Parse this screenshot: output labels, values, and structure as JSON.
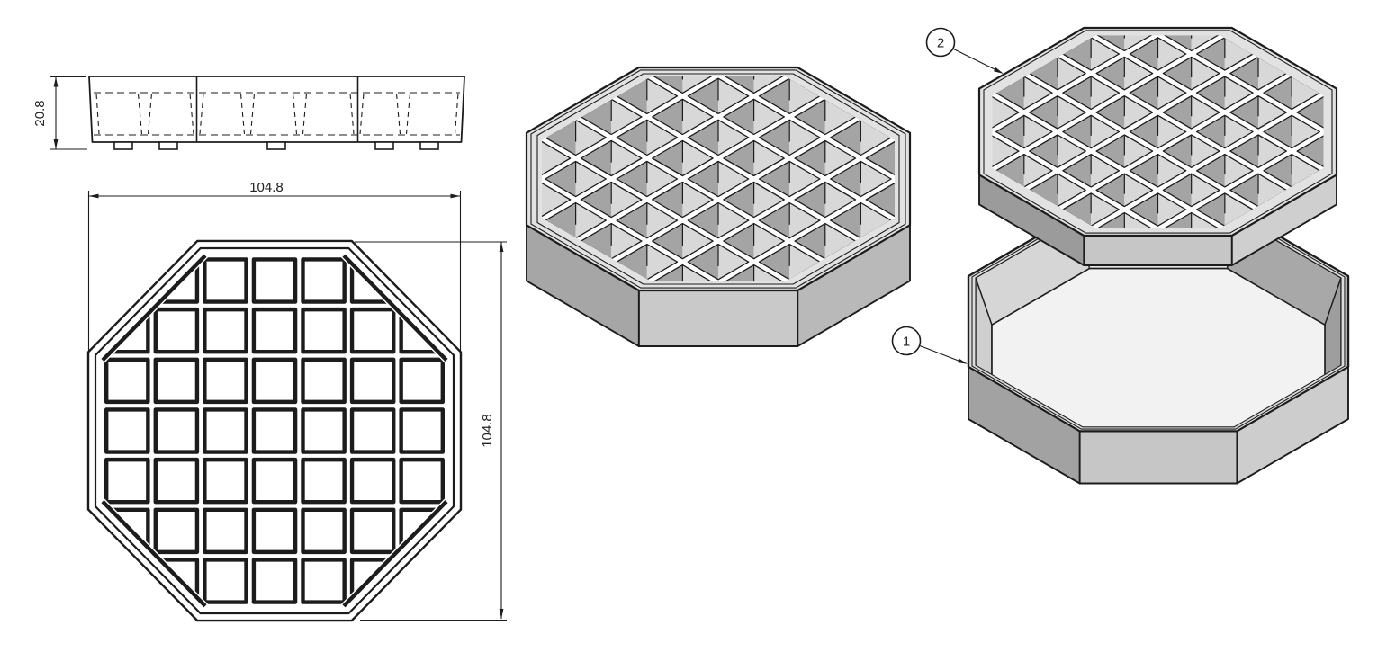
{
  "sheet": {
    "kind": "cad-engineering-drawing",
    "background": "#ffffff"
  },
  "colors": {
    "line": "#1c1c1c",
    "dim_text": "#222222",
    "rim_fill": "#e2e2e2",
    "cell_dark": "#a4a4a4",
    "cell_light": "#d8d8d8",
    "grid_bar": "#ffffff",
    "asm_wall_left": "#a6a6a6",
    "asm_wall_front": "#c9c9c9",
    "asm_wall_right": "#b9b9b9",
    "ins_wall_left": "#9b9b9b",
    "ins_wall_front": "#c6c6c6",
    "ins_wall_right": "#cfcfcf",
    "tray_floor": "#f2f2f2",
    "tray_rim": "#dcdcdc",
    "tray_int_left": "#cfcfcf",
    "tray_int_backleft": "#d6d6d6",
    "tray_int_back": "#e6e6e6",
    "tray_int_backright": "#a8a8a8",
    "tray_int_right": "#9e9e9e",
    "tray_ext_left": "#a2a2a2",
    "tray_ext_front": "#c6c6c6",
    "tray_ext_right": "#cdcdcd"
  },
  "views": {
    "side": {
      "label": "side-elevation",
      "height_dim": "20.8"
    },
    "plan": {
      "label": "top-plan",
      "width_dim": "104.8",
      "height_dim": "104.8",
      "grid_rows": 7,
      "grid_cols": 7
    },
    "assembled": {
      "label": "isometric-assembled"
    },
    "exploded": {
      "label": "isometric-exploded",
      "balloons": [
        {
          "label": "1"
        },
        {
          "label": "2"
        }
      ]
    }
  }
}
